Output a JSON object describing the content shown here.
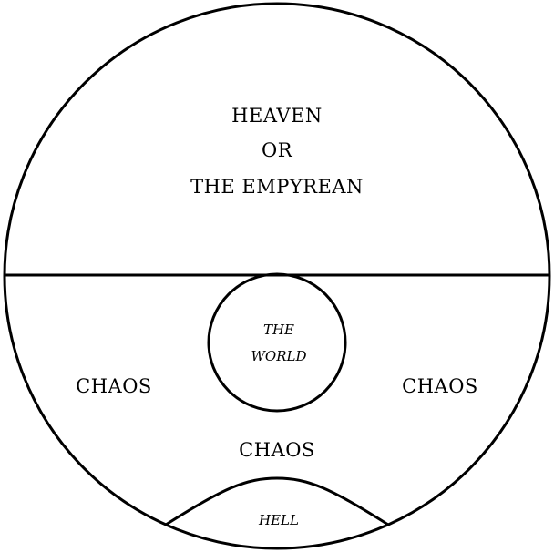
{
  "diagram": {
    "stroke_color": "#000000",
    "heaven": {
      "line1": "HEAVEN",
      "line2": "OR",
      "line3": "THE EMPYREAN"
    },
    "world": {
      "line1": "THE",
      "line2": "WORLD"
    },
    "chaos": {
      "left": "CHAOS",
      "right": "CHAOS",
      "bottom": "CHAOS"
    },
    "hell": {
      "label": "HELL"
    }
  }
}
